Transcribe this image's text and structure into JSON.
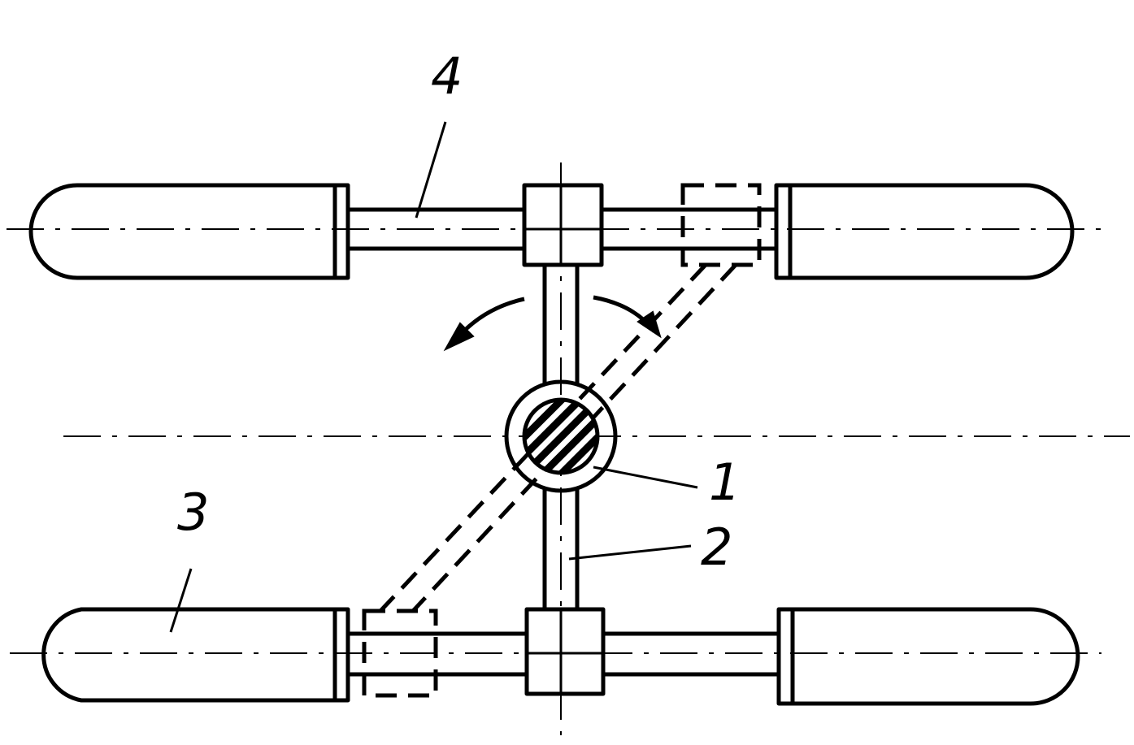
{
  "labels": {
    "label_1": "1",
    "label_2": "2",
    "label_3": "3",
    "label_4": "4"
  }
}
